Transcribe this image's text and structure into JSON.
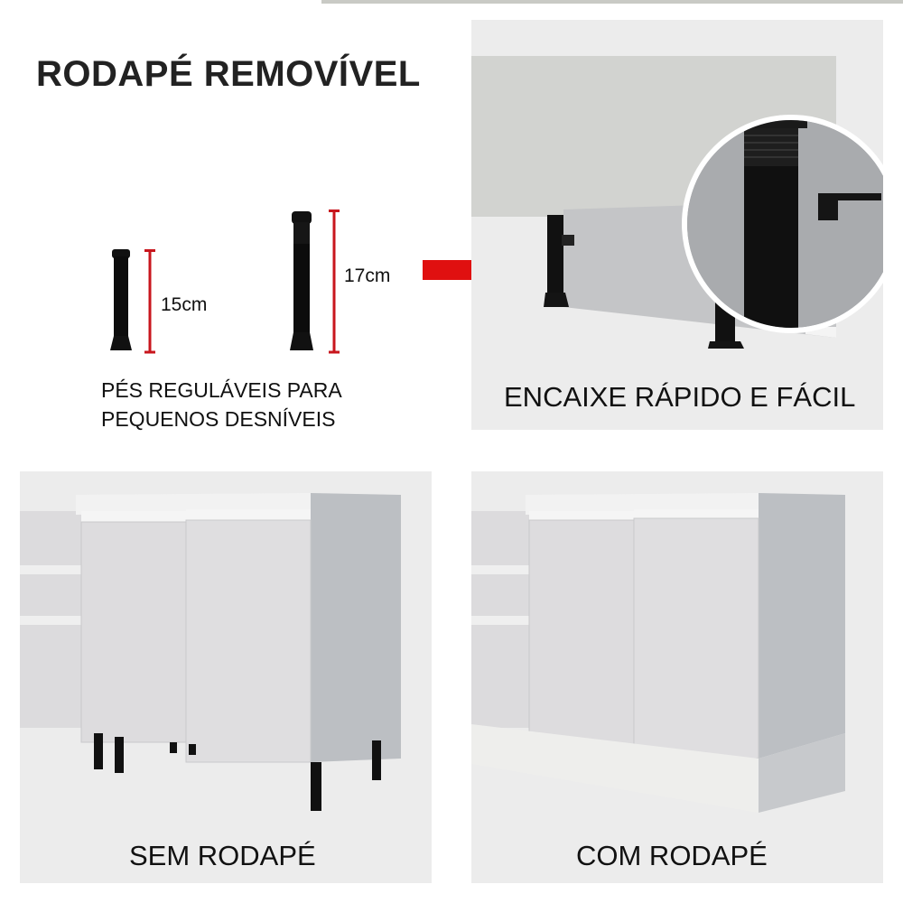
{
  "header": {
    "title": "RODAPÉ REMOVÍVEL"
  },
  "legs": {
    "short": {
      "label": "15cm"
    },
    "tall": {
      "label": "17cm"
    },
    "caption_line1": "PÉS REGULÁVEIS PARA",
    "caption_line2": "PEQUENOS DESNÍVEIS"
  },
  "panels": {
    "top_right": {
      "caption": "ENCAIXE RÁPIDO E FÁCIL"
    },
    "bottom_left": {
      "caption": "SEM RODAPÉ"
    },
    "bottom_right": {
      "caption": "COM RODAPÉ"
    }
  },
  "colors": {
    "accent_red": "#e01010",
    "dimension_red": "#c8161d",
    "panel_bg": "#ececec",
    "text": "#111111"
  }
}
